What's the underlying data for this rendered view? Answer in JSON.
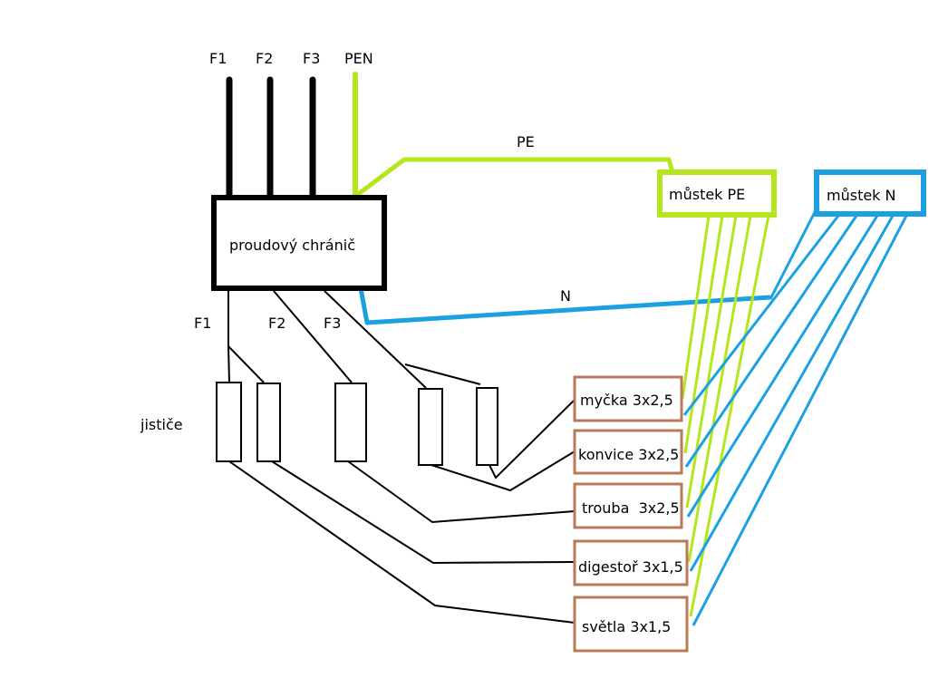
{
  "supply": {
    "f1": "F1",
    "f2": "F2",
    "f3": "F3",
    "pen": "PEN"
  },
  "rcd": {
    "label": "proudový chránič"
  },
  "wires": {
    "pe": "PE",
    "n": "N"
  },
  "phases_out": {
    "f1": "F1",
    "f2": "F2",
    "f3": "F3"
  },
  "breakers": {
    "label": "jističe"
  },
  "bridges": {
    "pe": "můstek PE",
    "n": "můstek N"
  },
  "circuits": [
    {
      "label": "myčka 3x2,5"
    },
    {
      "label": "konvice 3x2,5"
    },
    {
      "label": "trouba  3x2,5"
    },
    {
      "label": "digestoř 3x1,5"
    },
    {
      "label": "světla 3x1,5"
    }
  ],
  "colors": {
    "phase": "#000000",
    "pe": "#b5e61d",
    "n": "#1ba1e2",
    "circuit_box": "#b97a57"
  }
}
